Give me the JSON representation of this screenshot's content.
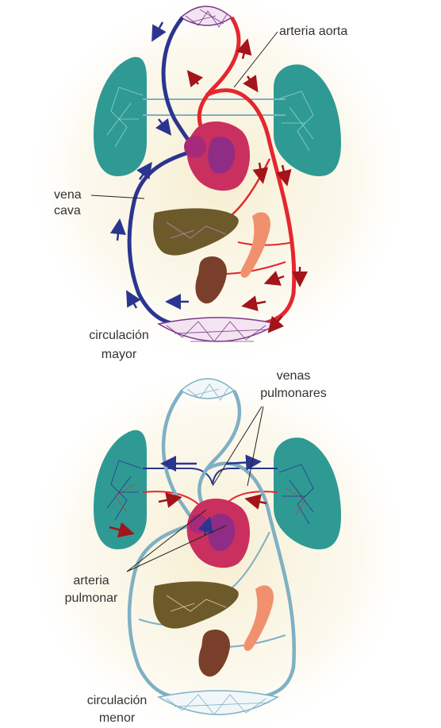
{
  "labels": {
    "arteria_aorta": "arteria aorta",
    "vena_cava_1": "vena",
    "vena_cava_2": "cava",
    "circ_mayor_1": "circulación",
    "circ_mayor_2": "mayor",
    "venas_pulm_1": "venas",
    "venas_pulm_2": "pulmonares",
    "arteria_pulm_1": "arteria",
    "arteria_pulm_2": "pulmonar",
    "circ_menor_1": "circulación",
    "circ_menor_2": "menor"
  },
  "colors": {
    "background_glow": "#f7f1d6",
    "artery_red": "#e5262f",
    "vein_blue": "#2b3590",
    "capillary_purple": "#7a3a8a",
    "pulmonary_vessel": "#7fb0c4",
    "lung": "#2f9a93",
    "heart": "#c9305f",
    "liver": "#6d5a2a",
    "kidney": "#7a3f2a",
    "intestine": "#f1906d",
    "arrow_dark_red": "#a3141b",
    "label_text": "#333333",
    "leader_line": "#222222"
  },
  "icons": {
    "heart": "heart-icon",
    "lung": "lung-icon",
    "liver": "liver-icon",
    "kidney": "kidney-icon",
    "intestine": "intestine-icon"
  }
}
